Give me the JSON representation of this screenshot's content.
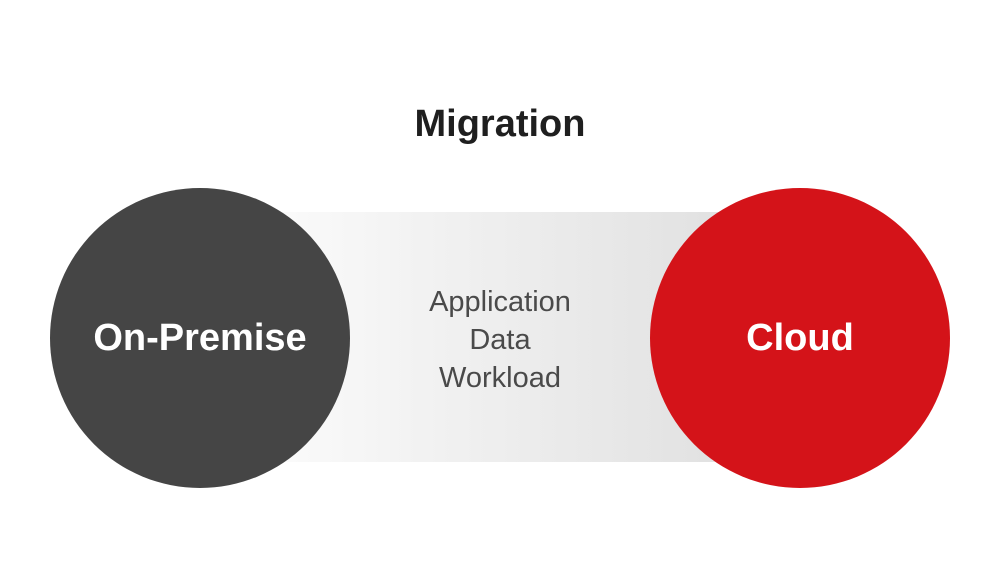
{
  "title": "Migration",
  "source": {
    "label": "On-Premise",
    "color": "#454545"
  },
  "target": {
    "label": "Cloud",
    "color": "#d41319"
  },
  "transfer_items": [
    "Application",
    "Data",
    "Workload"
  ]
}
